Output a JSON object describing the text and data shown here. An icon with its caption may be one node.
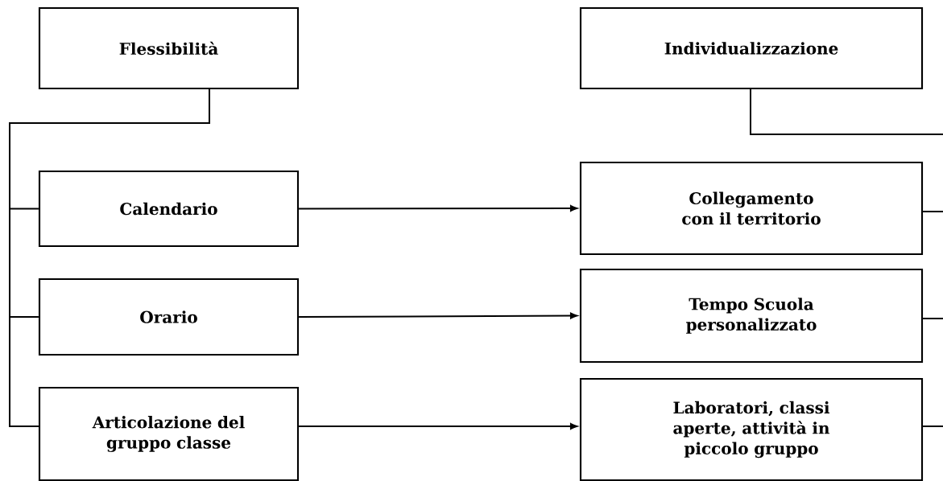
{
  "diagram": {
    "nodes": [
      {
        "text": [
          "Flessibilità"
        ]
      },
      {
        "text": [
          "Individualizzazione"
        ]
      },
      {
        "text": [
          "Calendario"
        ]
      },
      {
        "text": [
          "Orario"
        ]
      },
      {
        "text": [
          "Articolazione del gruppo classe"
        ]
      },
      {
        "text": [
          "Collegamento con il territorio"
        ]
      },
      {
        "text": [
          "Tempo Scuola personalizzato"
        ]
      },
      {
        "text": [
          "Laboratori, classi aperte, attività in piccolo gruppo"
        ]
      }
    ],
    "edges": [
      {
        "from": 0,
        "to": 2,
        "arrow": "none"
      },
      {
        "from": 0,
        "to": 3,
        "arrow": "none"
      },
      {
        "from": 0,
        "to": 4,
        "arrow": "none"
      },
      {
        "from": 2,
        "to": 5,
        "arrow": "to"
      },
      {
        "from": 3,
        "to": 6,
        "arrow": "to"
      },
      {
        "from": 4,
        "to": 7,
        "arrow": "to"
      },
      {
        "from": 1,
        "to": null,
        "arrow": "none"
      },
      {
        "from": 5,
        "to": null,
        "arrow": "none"
      },
      {
        "from": 6,
        "to": null,
        "arrow": "none"
      },
      {
        "from": 7,
        "to": null,
        "arrow": "none"
      }
    ]
  }
}
